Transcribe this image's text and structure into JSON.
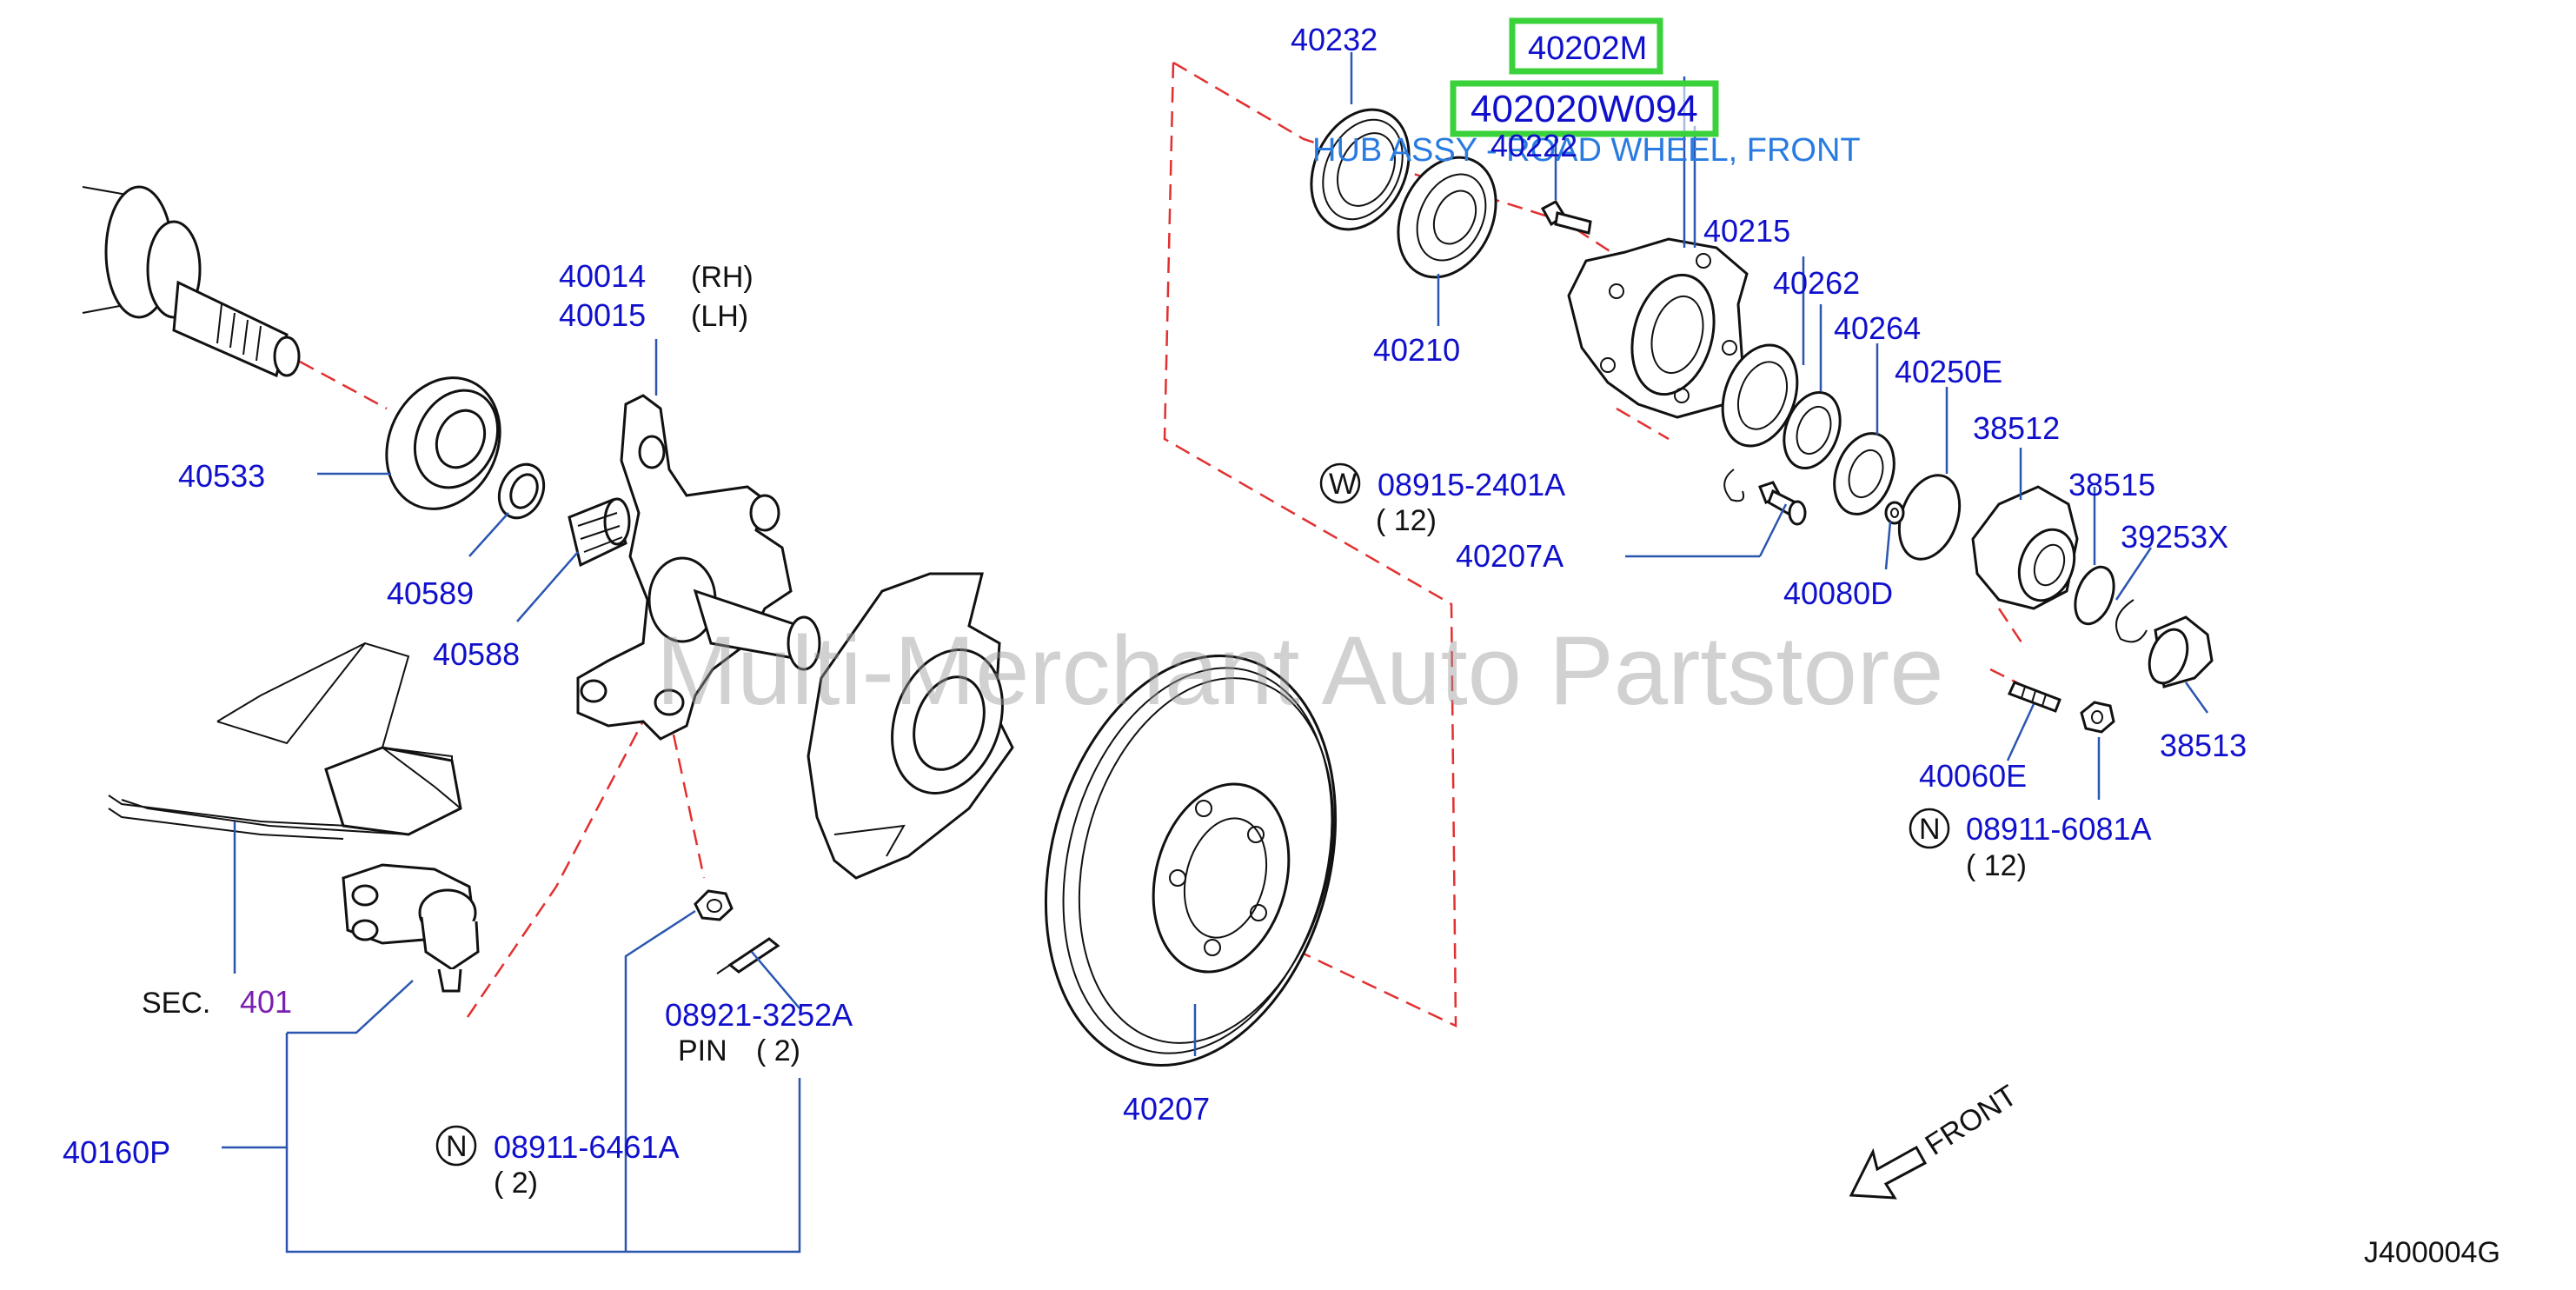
{
  "callouts": {
    "p40232": "40232",
    "p40202m": "40202M",
    "p402020w094": "402020W094",
    "hub_desc": "HUB ASSY - ROAD WHEEL, FRONT",
    "p40222": "40222",
    "p40014": "40014",
    "rh": "(RH)",
    "p40015": "40015",
    "lh": "(LH)",
    "p40215": "40215",
    "p40262": "40262",
    "p40210": "40210",
    "p40264": "40264",
    "p40250e": "40250E",
    "p40533": "40533",
    "p38512": "38512",
    "p08915": "08915-2401A",
    "q12a": "( 12)",
    "p38515": "38515",
    "p40589": "40589",
    "p39253x": "39253X",
    "p40207a": "40207A",
    "p40080d": "40080D",
    "p40588": "40588",
    "p38513": "38513",
    "p40060e": "40060E",
    "p08911_6081": "08911-6081A",
    "q12b": "( 12)",
    "sec": "SEC.",
    "sec_num": "401",
    "p08921": "08921-3252A",
    "pin": "PIN",
    "q2a": "( 2)",
    "p40207": "40207",
    "p40160p": "40160P",
    "p08911_6461": "08911-6461A",
    "q2b": "( 2)",
    "front": "FRONT",
    "diagram_code": "J400004G",
    "w_symbol": "W",
    "n_symbol_a": "N",
    "n_symbol_b": "N"
  },
  "watermark": "Multi-Merchant Auto Partstore",
  "colors": {
    "part_number": "#1010cc",
    "leader_line": "#2a56b0",
    "dashed_line": "#e23030",
    "highlight_border": "#3ad23a",
    "description": "#2a7be0",
    "section_ref": "#7a1fb0"
  },
  "icons": {
    "front_arrow": "front-arrow-icon",
    "washer_symbol": "w-circle-icon",
    "nut_symbol": "n-circle-icon"
  }
}
